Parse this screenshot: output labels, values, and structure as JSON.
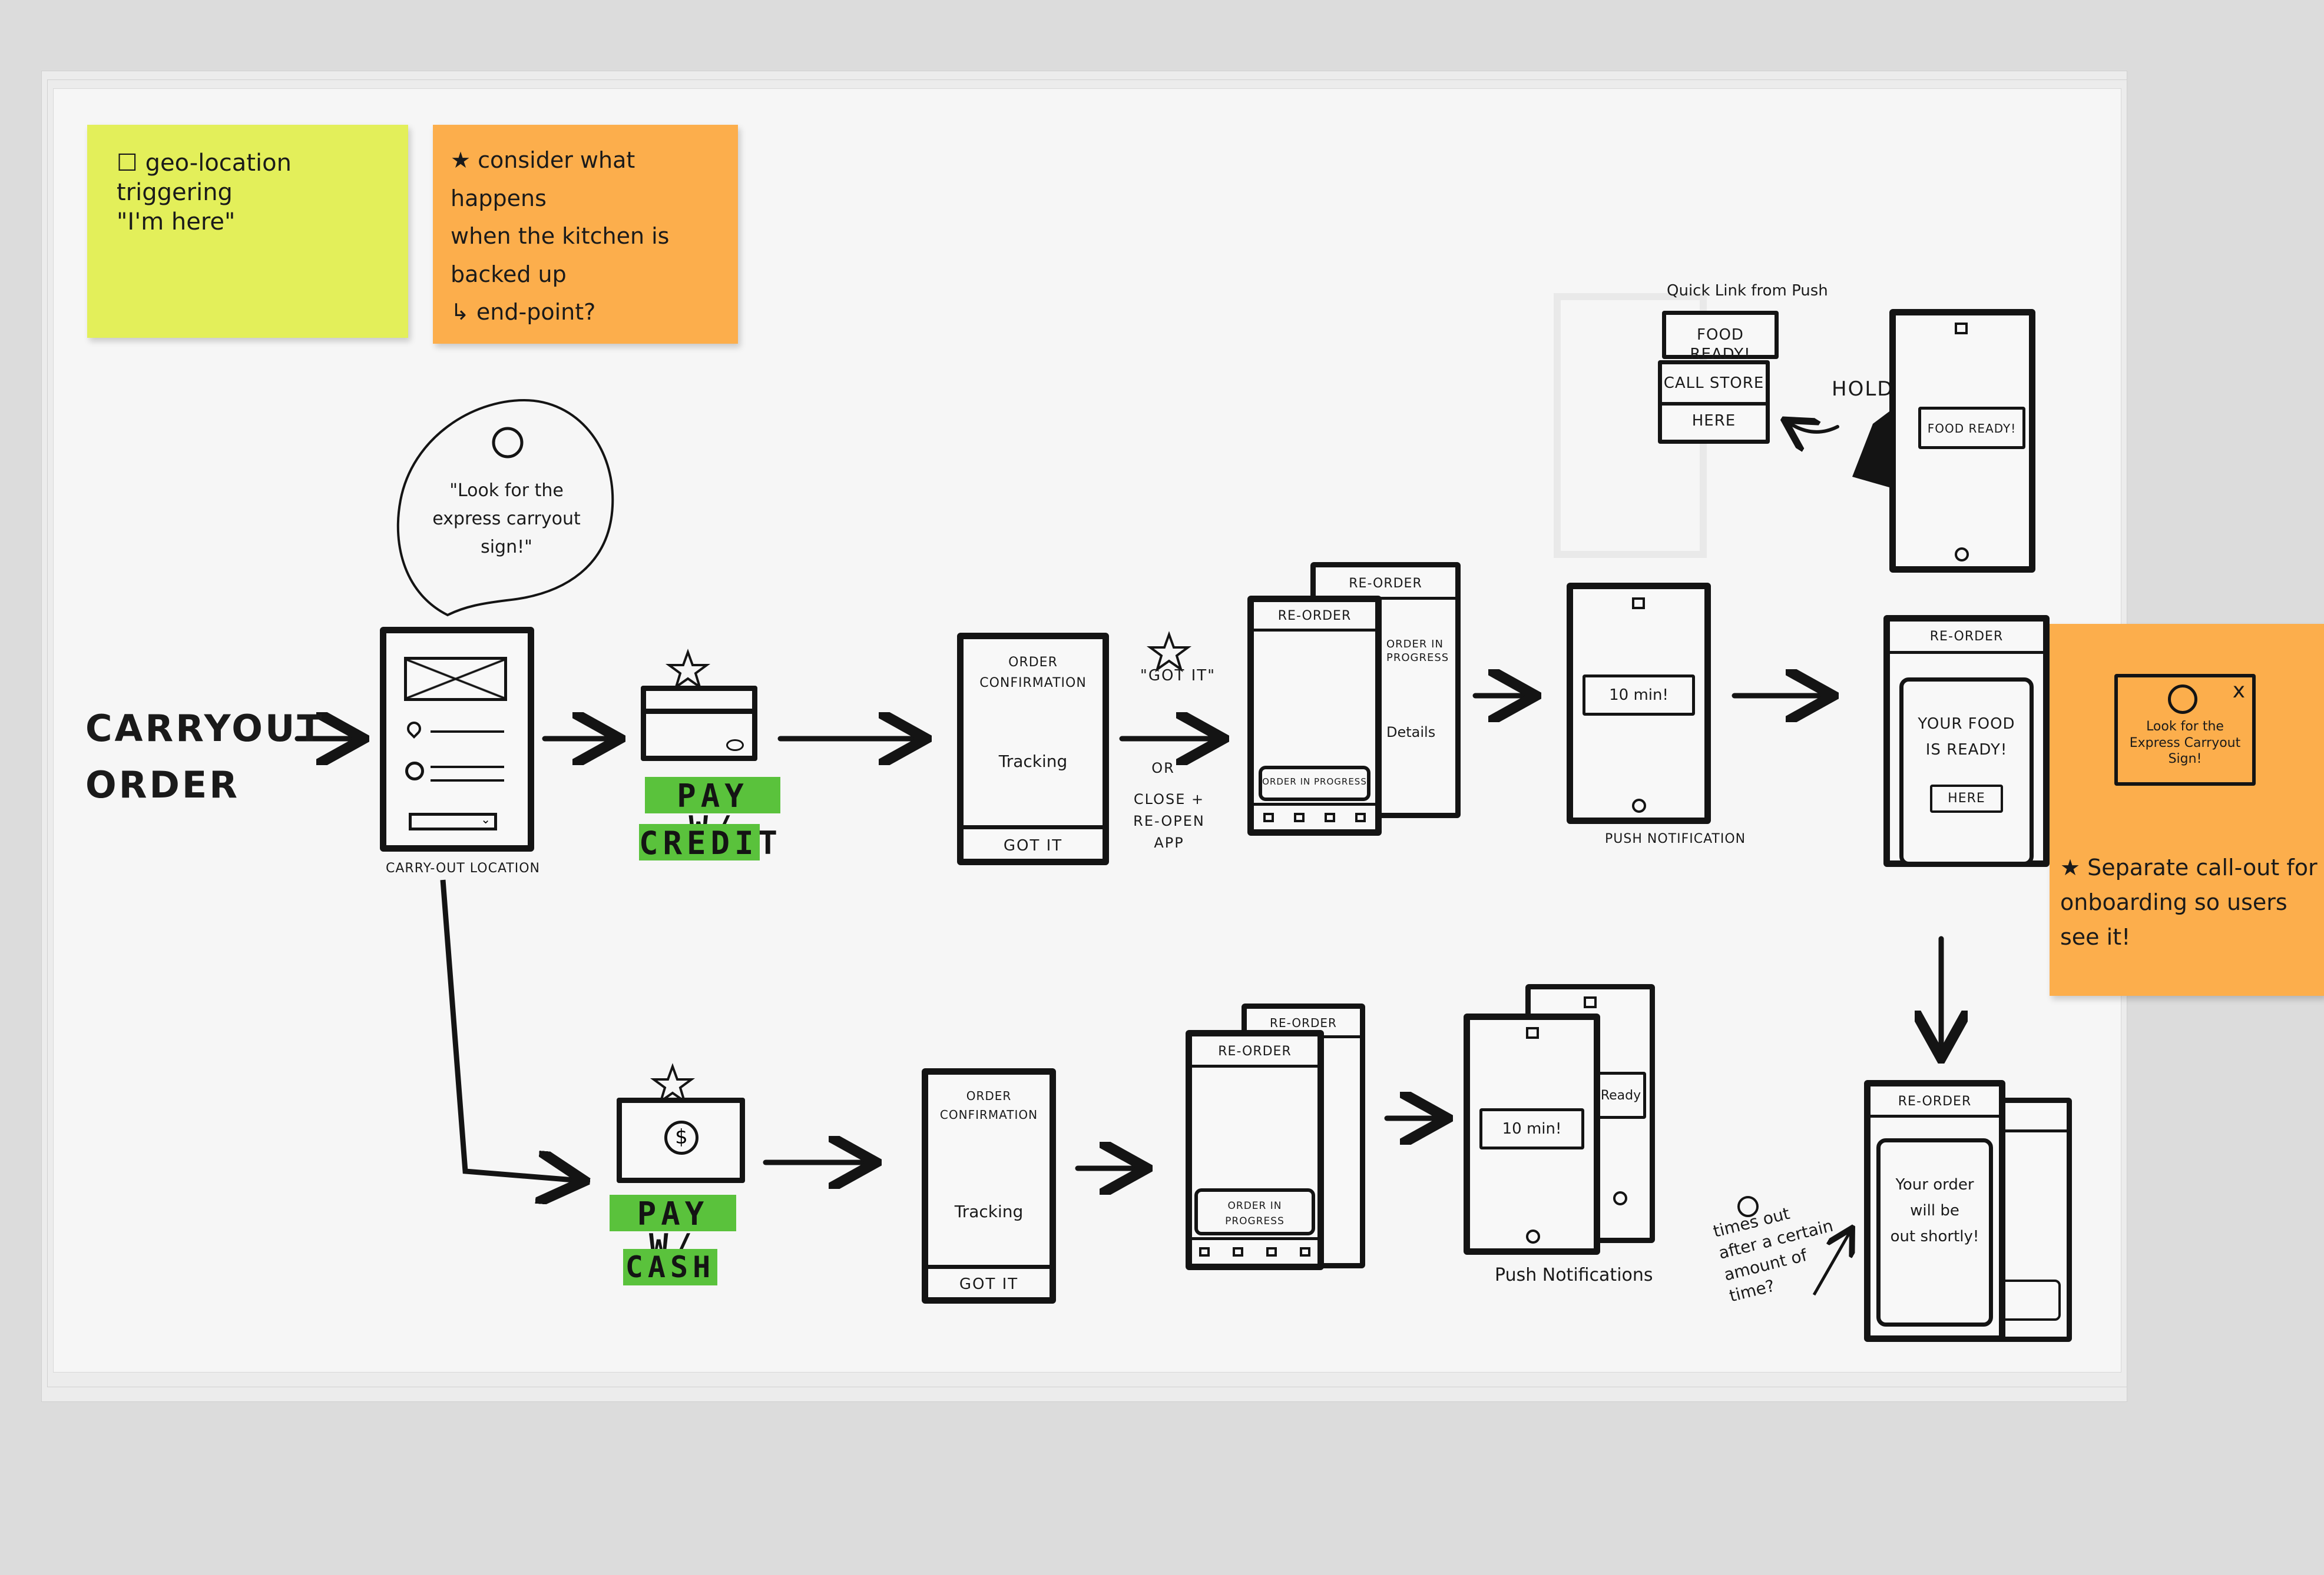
{
  "stickies": {
    "geo": "☐ geo-location triggering\n\"I'm here\"",
    "kitchen": "★ consider what happens\nwhen the kitchen is\nbacked up\n↳ end-point?",
    "onboarding_note": "★ Separate call-out for\nonboarding so users\nsee it!",
    "onboarding_popup": "Look for the\nExpress Carryout\nSign!",
    "popup_close": "x"
  },
  "main_label": "CARRYOUT\nORDER",
  "speech_bubble": "\"Look for the\nexpress carryout\nsign!\"",
  "carryout_location_label": "CARRY-OUT LOCATION",
  "pay_credit": [
    "PAY W/",
    "CREDIT"
  ],
  "pay_cash": [
    "PAY W/",
    "CASH"
  ],
  "order_confirmation": {
    "title": "ORDER\nCONFIRMATION",
    "tracking": "Tracking",
    "button": "GOT IT"
  },
  "got_it_note": {
    "quote": "\"GOT IT\"",
    "or": "OR",
    "reopen": "close +\nRE-OPEN\nAPP"
  },
  "reorder": {
    "title": "RE-ORDER",
    "in_progress": "ORDER IN PROGRESS",
    "details": "Details",
    "back_in_progress": "ORDER IN\nPROGRESS"
  },
  "push": {
    "ten_min": "10 min!",
    "label_top": "PUSH NOTIFICATION",
    "label_bottom": "Push Notifications",
    "ready": "Ready"
  },
  "quick_link": {
    "title": "Quick Link from Push",
    "items": [
      "FOOD READY!",
      "Call Store",
      "HERE"
    ],
    "hold": "HOLD",
    "food_ready": "FOOD READY!"
  },
  "food_ready_screen": {
    "title": "RE-ORDER",
    "message": "YOUR FOOD\nIS READY!",
    "button": "HERE"
  },
  "final_screen": {
    "title": "RE-ORDER",
    "message": "Your order\nwill be\nout shortly!"
  },
  "timeout_note": "times out\nafter a certain\namount of\ntime?",
  "colors": {
    "yellow_sticky": "#e3ef5a",
    "orange_sticky": "#fcae4c",
    "highlighter": "#5ac23c",
    "ink": "#141414"
  }
}
